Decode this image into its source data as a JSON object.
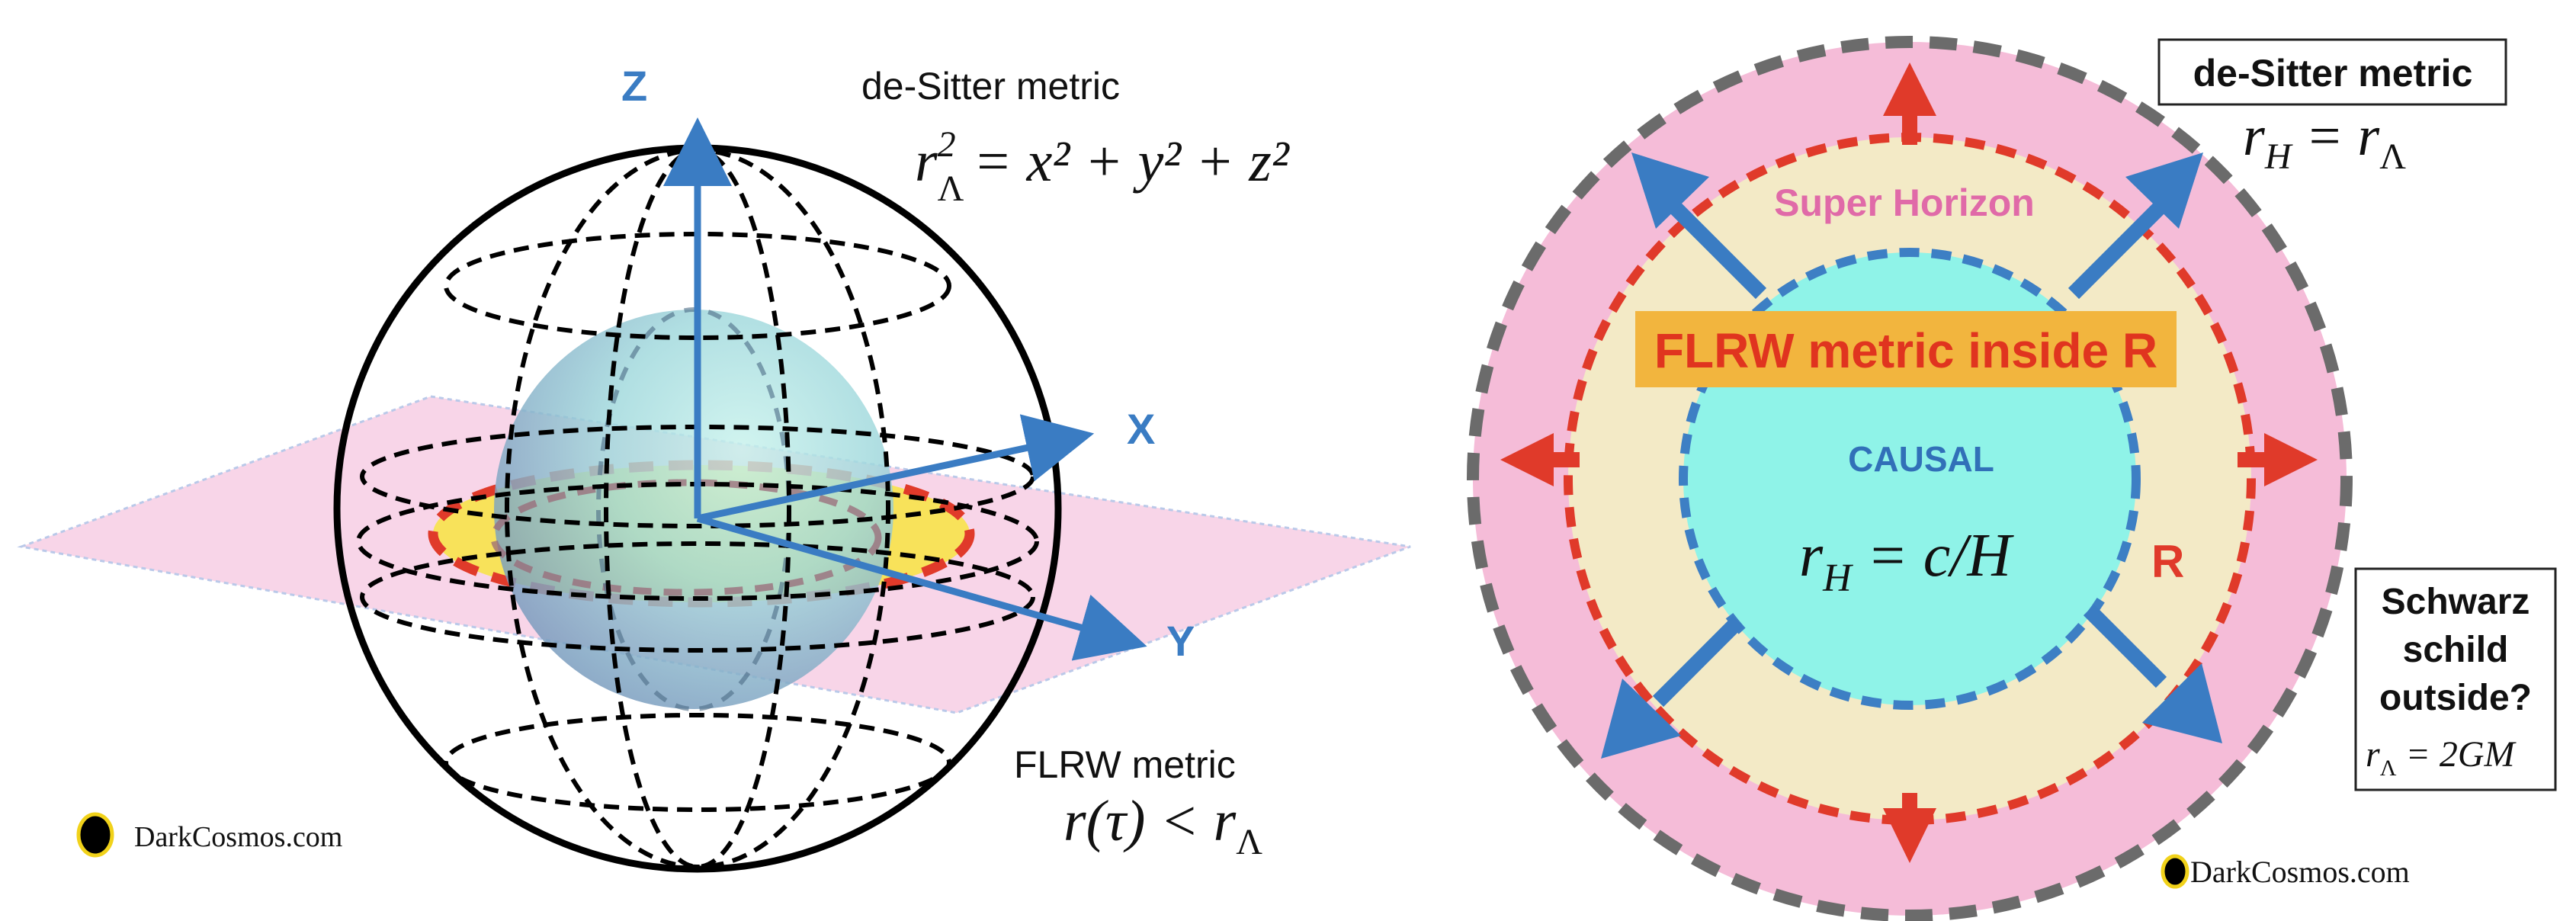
{
  "left": {
    "axes": {
      "z": "Z",
      "x": "X",
      "y": "Y"
    },
    "desitter_title": "de-Sitter metric",
    "desitter_equation": {
      "lhs_base": "r",
      "lhs_sup": "2",
      "lhs_sub": "Λ",
      "rhs": "= x² + y² + z²"
    },
    "flrw_title": "FLRW metric",
    "flrw_equation": {
      "lhs": "r(τ) < r",
      "sub": "Λ"
    },
    "credit": "DarkCosmos.com"
  },
  "right": {
    "desitter_title": "de-Sitter metric",
    "desitter_equation": {
      "r": "r",
      "sub_h": "H",
      "eq": " = r",
      "sub_l": "Λ"
    },
    "super_horizon": "Super Horizon",
    "banner": "FLRW metric inside R",
    "causal": "CAUSAL",
    "causal_equation": {
      "r": "r",
      "sub_h": "H",
      "rhs": " = c/H"
    },
    "radius_label": "R",
    "schwarzschild": {
      "line1": "Schwarz",
      "line2": "schild",
      "line3": "outside?",
      "eq": "r",
      "eq_sub": "Λ",
      "eq_rhs": " = 2GM"
    },
    "credit": "DarkCosmos.com"
  },
  "colors": {
    "pink": "#f5bcd8",
    "pink_plane": "#f8d3e7",
    "yellow": "#f8e25a",
    "cream": "#f3eac6",
    "cyan": "#8ff3e8",
    "red_dash": "#e03a2a",
    "blue_dash": "#3d7fc4",
    "axis_blue": "#3a7cc3",
    "banner_bg": "#f2b53e",
    "banner_text": "#e0341f",
    "super_horizon_text": "#e06aa8",
    "causal_text": "#3170b8",
    "dot_fill": "#000000",
    "dot_ring": "#f1d21a"
  }
}
